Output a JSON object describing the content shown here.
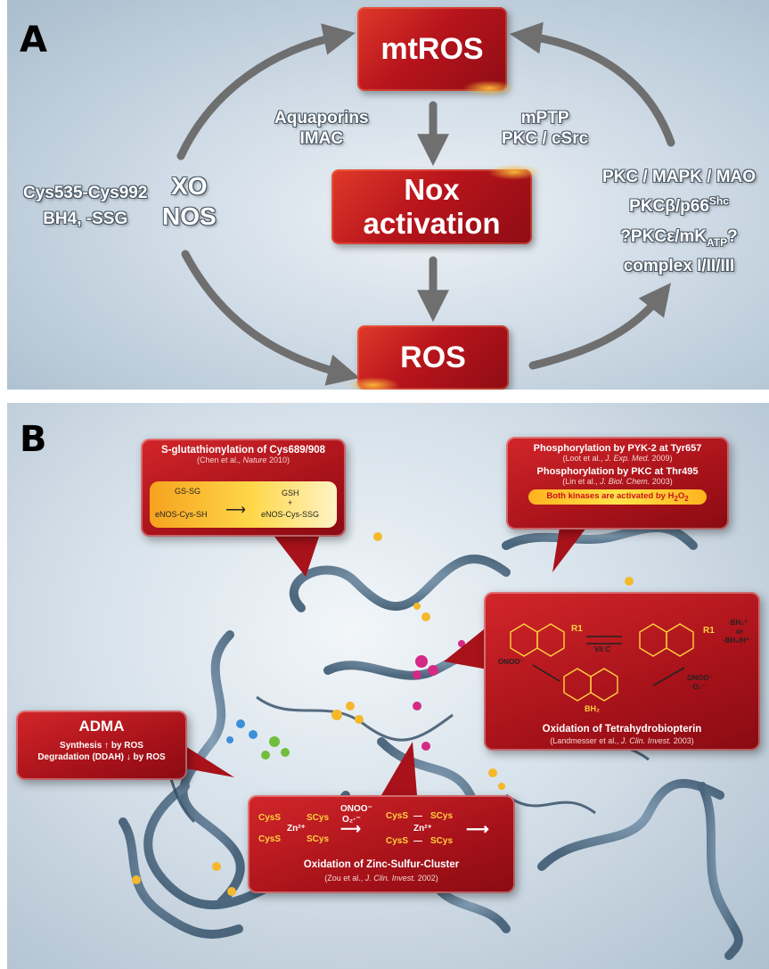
{
  "panel_a": {
    "letter": "A",
    "nodes": {
      "mtros": "mtROS",
      "nox": "Nox activation",
      "ros": "ROS"
    },
    "labels": {
      "aquaporins": "Aquaporins",
      "imac": "IMAC",
      "mptp": "mPTP",
      "pkc_csrc": "PKC / cSrc",
      "xo": "XO",
      "nos": "NOS",
      "cys": "Cys535-Cys992",
      "bh4": "BH4, -SSG",
      "pkc_mapk": "PKC / MAPK / MAO",
      "pkcb_base": "PKC",
      "pkcb_greek": "β",
      "pkcb_tail": "/p66",
      "pkcb_sup": "Shc",
      "pkce_pre": "?PKC",
      "pkce_greek": "ε",
      "pkce_mid": "/mK",
      "pkce_sub": "ATP",
      "pkce_tail": "?",
      "complex": "complex I/II/III"
    }
  },
  "panel_b": {
    "letter": "B",
    "glut": {
      "title": "S-glutathionylation of Cys689/908",
      "cite_pre": "(Chen et al., ",
      "cite_journal": "Nature",
      "cite_post": " 2010)",
      "gs_sg": "GS-SG",
      "gsh": "GSH",
      "plus": "+",
      "enos_sh": "eNOS-Cys-SH",
      "enos_ssg": "eNOS-Cys-SSG"
    },
    "phos": {
      "title1": "Phosphorylation by PYK-2 at Tyr657",
      "cite1_pre": "(Loot et al., ",
      "cite1_journal": "J. Exp. Med.",
      "cite1_post": " 2009)",
      "title2": "Phosphorylation by PKC at Thr495",
      "cite2_pre": "(Lin et al., ",
      "cite2_journal": "J. Biol. Chem.",
      "cite2_post": " 2003)",
      "banner_pre": "Both kinases are activated by H",
      "banner_sub1": "2",
      "banner_mid": "O",
      "banner_sub2": "2"
    },
    "bh4": {
      "title": "Oxidation of Tetrahydrobiopterin",
      "cite_pre": "(Landmesser et al., ",
      "cite_journal": "J. Clin. Invest.",
      "cite_post": " 2003)",
      "vitc": "Vit C",
      "onoo_left": "ONOO⁻",
      "onoo_right": "ONOO⁻",
      "o2_right": "·O₂⁻",
      "bh3_a": "·BH₃⁺",
      "bh3_or": "or",
      "bh3_b": "·BH₃/H⁺",
      "bh2": "BH₂",
      "r1": "R1"
    },
    "adma": {
      "title": "ADMA",
      "line1": "Synthesis ↑ by ROS",
      "line2": "Degradation (DDAH) ↓ by ROS"
    },
    "zinc": {
      "title": "Oxidation of Zinc-Sulfur-Cluster",
      "cite_pre": "(Zou et al., ",
      "cite_journal": "J. Clin. Invest.",
      "cite_post": " 2002)",
      "onoo": "ONOO⁻",
      "o2": "O₂·⁻",
      "cyss": "CysS",
      "scys": "SCys",
      "zn": "Zn²⁺"
    }
  },
  "colors": {
    "box_red": "#b8141c",
    "arrow_gray": "#6f6f6f",
    "highlight_yellow": "#ffd23c"
  }
}
